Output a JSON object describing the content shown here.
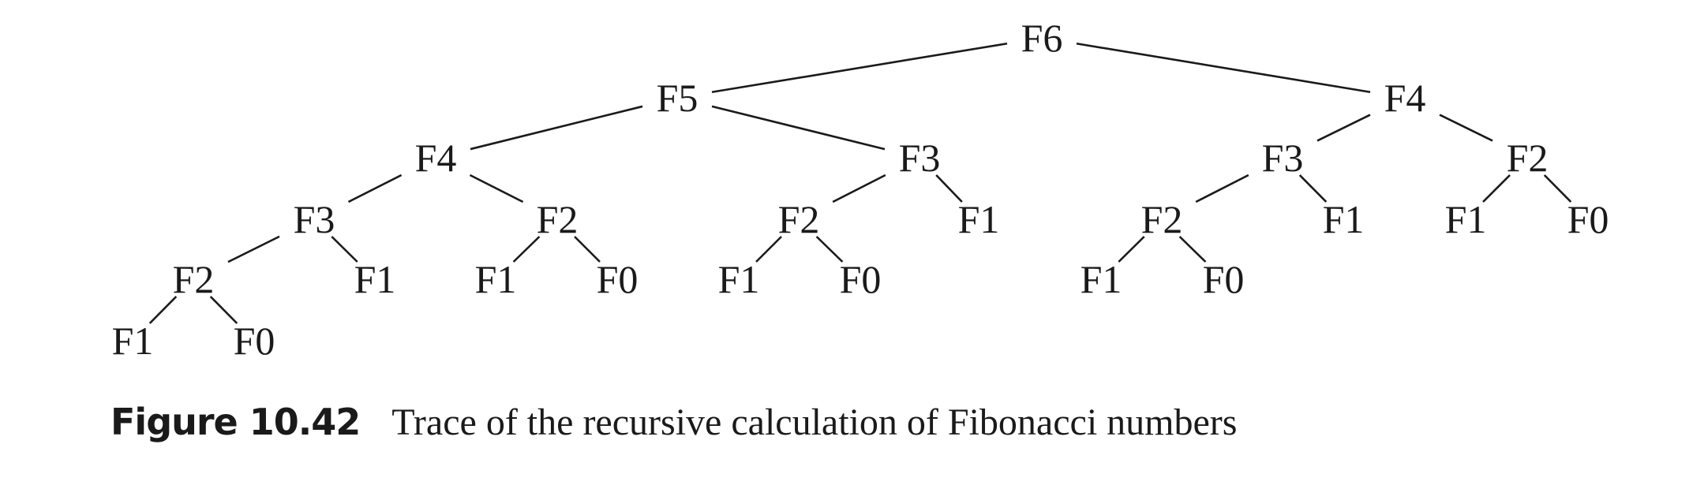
{
  "diagram": {
    "nodes": [
      {
        "id": "n0",
        "label": "F6",
        "parent": null
      },
      {
        "id": "n1",
        "label": "F5",
        "parent": "n0"
      },
      {
        "id": "n2",
        "label": "F4",
        "parent": "n0"
      },
      {
        "id": "n3",
        "label": "F4",
        "parent": "n1"
      },
      {
        "id": "n4",
        "label": "F3",
        "parent": "n1"
      },
      {
        "id": "n5",
        "label": "F3",
        "parent": "n2"
      },
      {
        "id": "n6",
        "label": "F2",
        "parent": "n2"
      },
      {
        "id": "n7",
        "label": "F3",
        "parent": "n3"
      },
      {
        "id": "n8",
        "label": "F2",
        "parent": "n3"
      },
      {
        "id": "n9",
        "label": "F2",
        "parent": "n4"
      },
      {
        "id": "n10",
        "label": "F1",
        "parent": "n4"
      },
      {
        "id": "n11",
        "label": "F2",
        "parent": "n5"
      },
      {
        "id": "n12",
        "label": "F1",
        "parent": "n5"
      },
      {
        "id": "n13",
        "label": "F1",
        "parent": "n6"
      },
      {
        "id": "n14",
        "label": "F0",
        "parent": "n6"
      },
      {
        "id": "n15",
        "label": "F2",
        "parent": "n7"
      },
      {
        "id": "n16",
        "label": "F1",
        "parent": "n7"
      },
      {
        "id": "n17",
        "label": "F1",
        "parent": "n8"
      },
      {
        "id": "n18",
        "label": "F0",
        "parent": "n8"
      },
      {
        "id": "n19",
        "label": "F1",
        "parent": "n9"
      },
      {
        "id": "n20",
        "label": "F0",
        "parent": "n9"
      },
      {
        "id": "n21",
        "label": "F1",
        "parent": "n11"
      },
      {
        "id": "n22",
        "label": "F0",
        "parent": "n11"
      },
      {
        "id": "n23",
        "label": "F1",
        "parent": "n15"
      },
      {
        "id": "n24",
        "label": "F0",
        "parent": "n15"
      }
    ]
  },
  "caption": {
    "label": "Figure 10.42",
    "text": "Trace of the recursive calculation of Fibonacci numbers"
  }
}
